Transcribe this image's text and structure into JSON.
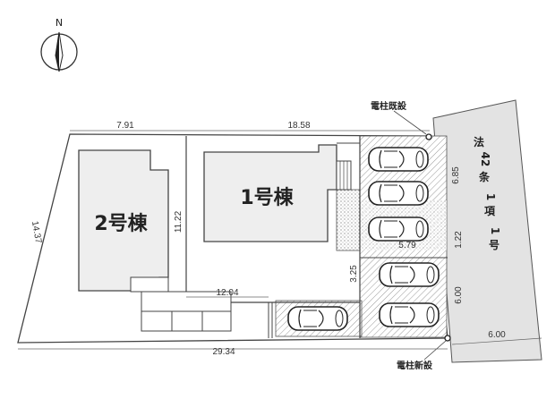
{
  "north_label": "N",
  "buildings": {
    "b1": "1号棟",
    "b2": "2号棟"
  },
  "road_label": [
    "法",
    "42",
    "条",
    "1",
    "項",
    "1",
    "号"
  ],
  "poles": {
    "existing": "電柱既設",
    "new": "電柱新設"
  },
  "dimensions": {
    "top_left": "7.91",
    "top_right": "18.58",
    "left_side": "14.37",
    "inner_vertical": "11.22",
    "bottom_total": "29.34",
    "bottom_inner": "12.04",
    "parking_width": "5.79",
    "right_upper": "6.85",
    "right_mid": "1.22",
    "right_lower": "6.00",
    "gap": "3.25",
    "road_width": "6.00"
  },
  "colors": {
    "building_fill": "#eeeeee",
    "line": "#444444",
    "road_fill": "#e3e3e3"
  }
}
